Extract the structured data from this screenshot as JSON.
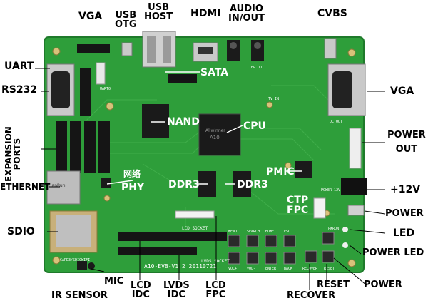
{
  "title": "",
  "board": {
    "silkscreen_model": "A10-EVB-V1.2 20110721",
    "silkscreen_lcd": "LCD SOCKET",
    "silkscreen_lvds": "LVDS SOCKET",
    "silkscreen_sdio": "CARD3/SDIOWIFI",
    "silkscreen_keys": [
      "MENU",
      "SEARCH",
      "HOME",
      "ESC",
      "VOL+",
      "VOL-",
      "ENTER",
      "BACK"
    ],
    "silkscreen_recover": "RECOVER",
    "silkscreen_reset": "RESET",
    "silkscreen_pwron": "PWRON",
    "silkscreen_power12": "POWER 12V",
    "silkscreen_dcout": "DC OUT",
    "silkscreen_tvin": "TV IN",
    "silkscreen_hpout": "HP OUT",
    "silkscreen_uart": "UART0",
    "chip_cpu": "A10",
    "chip_cpu_brand": "Allwinner",
    "chip_ethernet": "HanRun"
  },
  "labels_outside": {
    "vga_top": "VGA",
    "usb_otg": "USB\nOTG",
    "usb_host": "USB\nHOST",
    "hdmi": "HDMI",
    "audio": "AUDIO\nIN/OUT",
    "cvbs": "CVBS",
    "uart": "UART",
    "rs232": "RS232",
    "vga_right": "VGA",
    "expansion_ports": "EXPANSION\nPORTS",
    "power_out": "POWER\nOUT",
    "ethernet": "ETHERNET",
    "plus12v": "+12V",
    "power_switch": "POWER",
    "sdio": "SDIO",
    "led": "LED",
    "power_led": "POWER LED",
    "mic": "MIC",
    "lcd_idc": "LCD\nIDC",
    "lvds_idc": "LVDS\nIDC",
    "lcd_fpc": "LCD\nFPC",
    "reset": "RESET",
    "power_button": "POWER",
    "recover": "RECOVER",
    "ir_sensor": "IR SENSOR"
  },
  "labels_on_board": {
    "sata": "SATA",
    "nand": "NAND",
    "cpu": "CPU",
    "pmic": "PMIC",
    "phy": "PHY",
    "phy_cn": "网络",
    "ddr3_left": "DDR3",
    "ddr3_right": "DDR3",
    "ctp_fpc": "CTP\nFPC"
  },
  "colors": {
    "pcb": "#2e9e3a",
    "pcb_dark": "#1f7a2b",
    "trace": "#48b552",
    "chip": "#1a1a1a",
    "metal": "#c9c9c9",
    "header": "#151515",
    "board_label": "#ffffff",
    "callout": "#000000"
  }
}
